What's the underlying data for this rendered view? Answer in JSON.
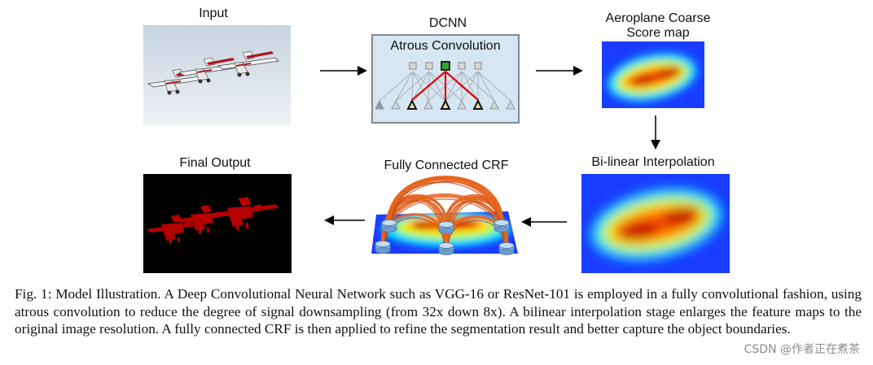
{
  "labels": {
    "input": "Input",
    "dcnn": "DCNN",
    "atrous": "Atrous Convolution",
    "coarse_line1": "Aeroplane Coarse",
    "coarse_line2": "Score map",
    "bilinear": "Bi-linear Interpolation",
    "crf": "Fully Connected CRF",
    "final": "Final Output"
  },
  "caption": "Fig. 1: Model Illustration. A Deep Convolutional Neural Network such as VGG-16 or ResNet-101 is employed in a fully convolutional fashion, using atrous convolution to reduce the degree of signal downsampling (from 32x down 8x). A bilinear interpolation stage enlarges the feature maps to the original image resolution. A fully connected CRF is then applied to refine the segmentation result and better capture the object boundaries.",
  "watermark": "CSDN @作者正在煮茶",
  "colors": {
    "heat_low": "#1a3cff",
    "heat_mid": "#00e0ff",
    "heat_high": "#ffff00",
    "heat_peak": "#d40000",
    "segmentation": "#b30000",
    "crf_edges": "#e8641e",
    "dcnn_box": "#d6e6f2",
    "arrow": "#000000"
  },
  "icons": {
    "airplane": "airplane-icon",
    "arrow": "arrow-right-icon"
  }
}
